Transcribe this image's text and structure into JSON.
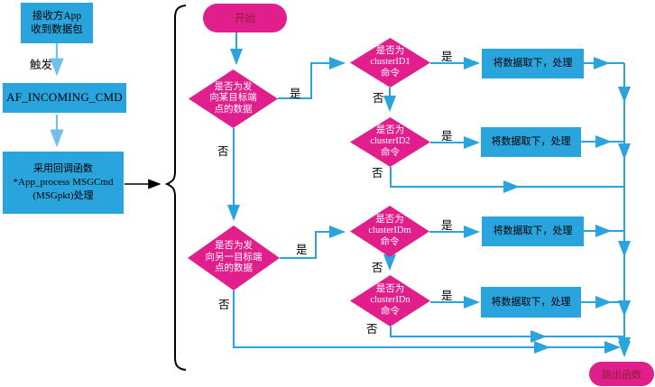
{
  "colors": {
    "process_fill": "#29a4dd",
    "accent_pink": "#e01f8d",
    "connector_blue": "#2aa4dd",
    "connector_light": "#72c0ea",
    "brace_black": "#000000",
    "terminator_text": "#8d1f35",
    "decision_text": "#ffffff"
  },
  "left_column": {
    "receive_box": {
      "lines": [
        "接收方App",
        "收到数据包"
      ]
    },
    "trigger_label": "触发",
    "af_incoming_cmd_box": "AF_INCOMING_CMD",
    "callback_box": {
      "lines": [
        "采用回调函数",
        "*App_process MSGCmd",
        "(MSGpkt)处理"
      ]
    }
  },
  "flowchart": {
    "start_label": "开始",
    "end_label": "跳出函数",
    "yes_label": "是",
    "no_label": "否",
    "decision_endpoint1": {
      "lines": [
        "是否为发",
        "向某目标端",
        "点的数据"
      ]
    },
    "decision_endpoint2": {
      "lines": [
        "是否为发",
        "向另一目标端",
        "点的数据"
      ]
    },
    "decision_cluster1": {
      "lines": [
        "是否为",
        "clusterID1",
        "命令"
      ]
    },
    "decision_cluster2": {
      "lines": [
        "是否为",
        "clusterID2",
        "命令"
      ]
    },
    "decision_clusterm": {
      "lines": [
        "是否为",
        "clusterIDm",
        "命令"
      ]
    },
    "decision_clustern": {
      "lines": [
        "是否为",
        "clusterIDn",
        "命令"
      ]
    },
    "process_label": "将数据取下，处理"
  }
}
